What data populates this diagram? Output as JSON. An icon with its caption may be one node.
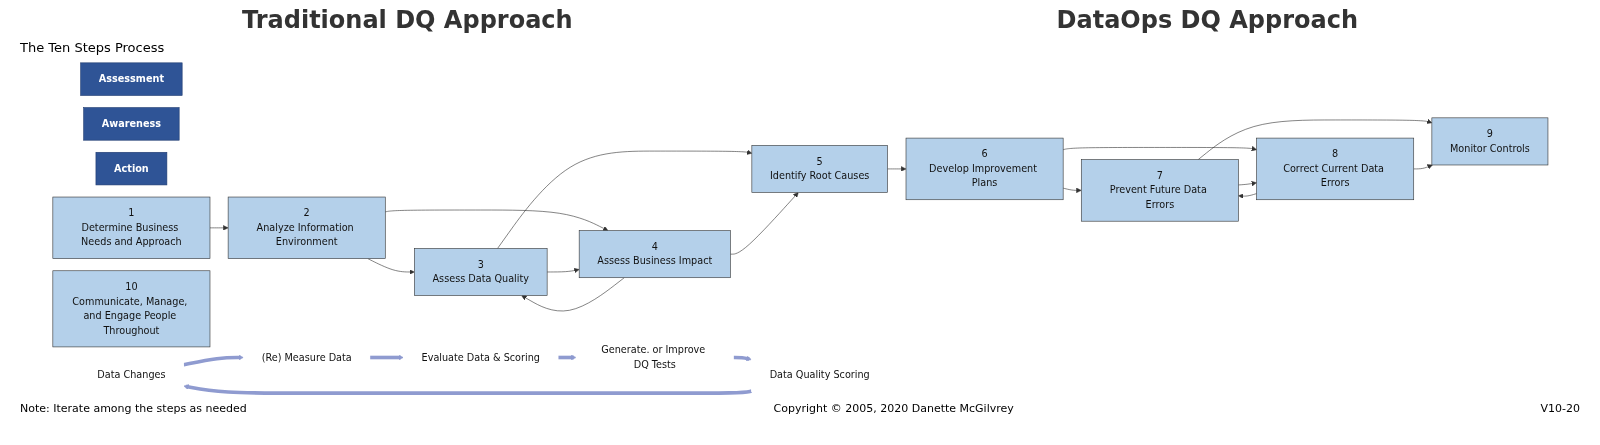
{
  "diagram": {
    "nodes": [
      {
        "text": [
          "Assessment"
        ]
      },
      {
        "text": [
          "Awareness"
        ]
      },
      {
        "text": [
          "Action"
        ]
      },
      {
        "text": [
          "1",
          "Determine Business Needs and Approach"
        ]
      },
      {
        "text": [
          "2",
          "Analyze Information Environment"
        ]
      },
      {
        "text": [
          "3",
          "Assess Data Quality"
        ]
      },
      {
        "text": [
          "4",
          "Assess Business Impact"
        ]
      },
      {
        "text": [
          "5",
          "Identify Root Causes"
        ]
      },
      {
        "text": [
          "6",
          "Develop Improvement Plans"
        ]
      },
      {
        "text": [
          "7",
          "Prevent Future Data Errors"
        ]
      },
      {
        "text": [
          "8",
          "Correct Current Data Errors"
        ]
      },
      {
        "text": [
          "9",
          "Monitor Controls"
        ]
      },
      {
        "text": [
          "10",
          "Communicate, Manage, and Engage People Throughout"
        ]
      },
      {
        "text": [
          "Data Changes"
        ]
      },
      {
        "text": [
          "(Re) Measure Data"
        ]
      },
      {
        "text": [
          "Evaluate Data & Scoring"
        ]
      },
      {
        "text": [
          "Generate. or Improve DQ Tests"
        ]
      },
      {
        "text": [
          "Data Quality Scoring"
        ]
      }
    ],
    "edges": [
      {
        "from": 3,
        "to": 4,
        "arrow": "to"
      },
      {
        "from": 4,
        "to": 5,
        "arrow": "to"
      },
      {
        "from": 4,
        "to": 6,
        "arrow": "to"
      },
      {
        "from": 5,
        "to": 6,
        "arrow": "to"
      },
      {
        "from": 6,
        "to": 5,
        "arrow": "to"
      },
      {
        "from": 5,
        "to": 7,
        "arrow": "to"
      },
      {
        "from": 6,
        "to": 7,
        "arrow": "to"
      },
      {
        "from": 7,
        "to": 8,
        "arrow": "to"
      },
      {
        "from": 8,
        "to": 9,
        "arrow": "to"
      },
      {
        "from": 8,
        "to": 10,
        "arrow": "to"
      },
      {
        "from": 9,
        "to": 10,
        "arrow": "to"
      },
      {
        "from": 10,
        "to": 9,
        "arrow": "to"
      },
      {
        "from": 9,
        "to": 11,
        "arrow": "to"
      },
      {
        "from": 10,
        "to": 11,
        "arrow": "to"
      },
      {
        "from": 13,
        "to": 14,
        "arrow": "to",
        "style": "thick",
        "color": "#8f9bd0"
      },
      {
        "from": 14,
        "to": 15,
        "arrow": "to",
        "style": "thick",
        "color": "#8f9bd0"
      },
      {
        "from": 15,
        "to": 16,
        "arrow": "to",
        "style": "thick",
        "color": "#8f9bd0"
      },
      {
        "from": 16,
        "to": 17,
        "arrow": "to",
        "style": "thick",
        "color": "#8f9bd0"
      },
      {
        "from": 17,
        "to": 13,
        "arrow": "to",
        "style": "thick",
        "color": "#8f9bd0"
      }
    ],
    "labels": [
      "Traditional DQ Approach",
      "DataOps DQ Approach",
      "The Ten Steps Process",
      "Note: Iterate among the steps as needed",
      "Copyright © 2005, 2020 Danette McGilvrey",
      "V10-20"
    ]
  }
}
